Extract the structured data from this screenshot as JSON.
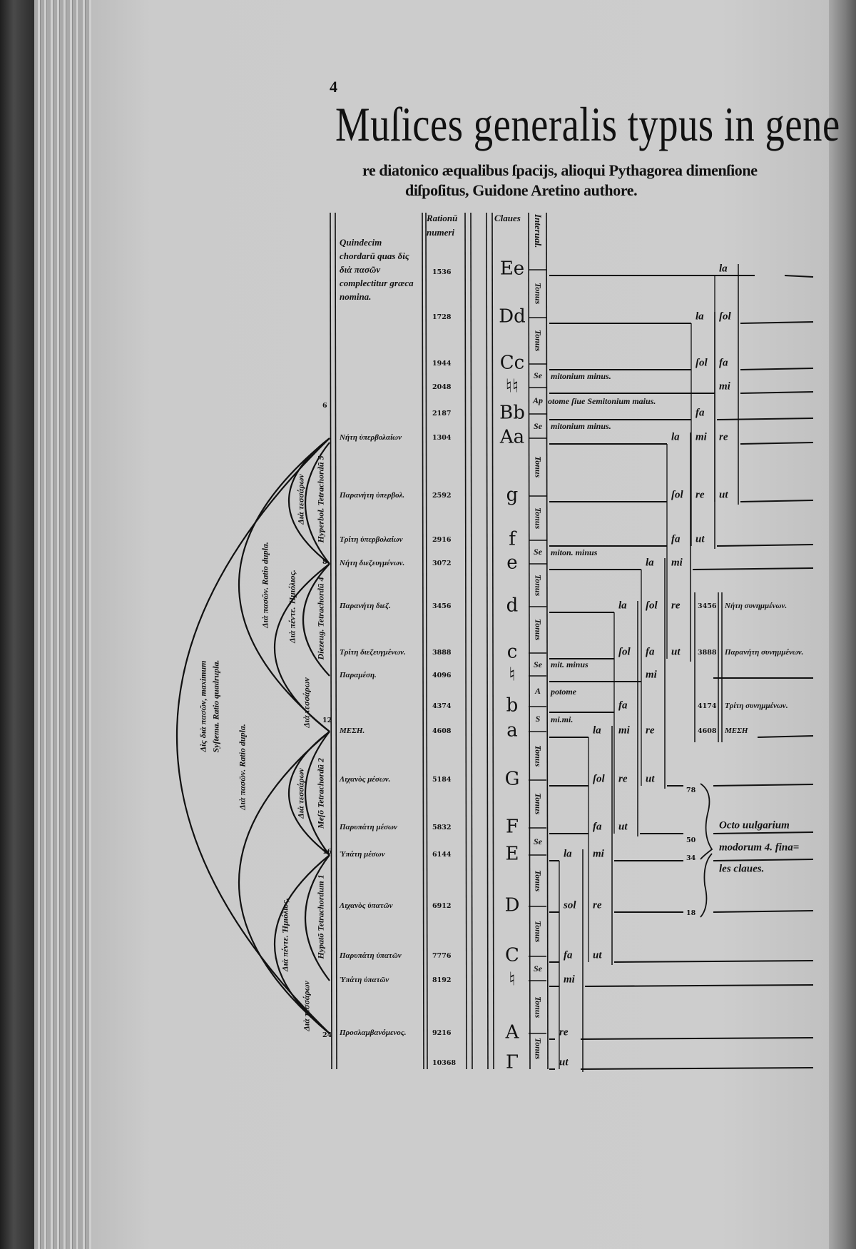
{
  "page": {
    "folio": "4",
    "title": "Muſices generalis typus in gene",
    "subtitle_1": "re diatonico æqualibus ſpacijs, alioqui Pythagorea dimenſione",
    "subtitle_2": "diſpoſitus, Guidone Aretino authore."
  },
  "headers": {
    "names": "Quindecim chordarū quas δὶς διὰ πασῶν complectitur græca nomina.",
    "numbers_1": "Rationū",
    "numbers_2": "numeri",
    "claves": "Claues",
    "intervals": "Interual."
  },
  "chords": [
    {
      "name": "",
      "number": "1536"
    },
    {
      "name": "",
      "number": "1728"
    },
    {
      "name": "",
      "number": "1944"
    },
    {
      "name": "",
      "number": "2048"
    },
    {
      "name": "",
      "number": "2187"
    },
    {
      "name": "Νήτη ὑπερβολαίων",
      "number": "1304"
    },
    {
      "name": "Παρανήτη ὑπερβολ.",
      "number": "2592"
    },
    {
      "name": "Τρίτη ὑπερβολαίων",
      "number": "2916"
    },
    {
      "name": "Νήτη διεζευγμένων.",
      "number": "3072"
    },
    {
      "name": "Παρανήτη διεζ.",
      "number": "3456"
    },
    {
      "name": "Τρίτη διεζευγμένων.",
      "number": "3888"
    },
    {
      "name": "Παραμέση.",
      "number": "4096"
    },
    {
      "name": "",
      "number": "4374"
    },
    {
      "name": "ΜΕΣΗ.",
      "number": "4608"
    },
    {
      "name": "Λιχανὸς μέσων.",
      "number": "5184"
    },
    {
      "name": "Παρυπάτη μέσων",
      "number": "5832"
    },
    {
      "name": "Ὑπάτη μέσων",
      "number": "6144"
    },
    {
      "name": "Λιχανὸς ὑπατῶν",
      "number": "6912"
    },
    {
      "name": "Παρυπάτη ὑπατῶν",
      "number": "7776"
    },
    {
      "name": "Ὑπάτη ὑπατῶν",
      "number": "8192"
    },
    {
      "name": "Προσλαμβανόμενος.",
      "number": "9216"
    },
    {
      "name": "",
      "number": "10368"
    }
  ],
  "claves": [
    "Ee",
    "Dd",
    "Cc",
    "♮♮",
    "Bb",
    "Aa",
    "g",
    "f",
    "e",
    "d",
    "c",
    "♮",
    "b",
    "a",
    "G",
    "F",
    "E",
    "D",
    "C",
    "♮",
    "A",
    "Γ"
  ],
  "intervals": [
    {
      "label": "Tonus",
      "note": ""
    },
    {
      "label": "Tonus",
      "note": ""
    },
    {
      "label": "Se",
      "note": "mitonium minus."
    },
    {
      "label": "Ap",
      "note": "otome ſiue Semitonium maius."
    },
    {
      "label": "Se",
      "note": "mitonium minus."
    },
    {
      "label": "Tonus",
      "note": ""
    },
    {
      "label": "Tonus",
      "note": ""
    },
    {
      "label": "Se",
      "note": "miton. minus"
    },
    {
      "label": "Tonus",
      "note": ""
    },
    {
      "label": "Tonus",
      "note": ""
    },
    {
      "label": "Se",
      "note": "mit. minus"
    },
    {
      "label": "A",
      "note": "potome"
    },
    {
      "label": "S",
      "note": "mi.mi."
    },
    {
      "label": "Tonus",
      "note": ""
    },
    {
      "label": "Tonus",
      "note": ""
    },
    {
      "label": "Se",
      "note": ""
    },
    {
      "label": "Tonus",
      "note": ""
    },
    {
      "label": "Tonus",
      "note": ""
    },
    {
      "label": "Se",
      "note": ""
    },
    {
      "label": "Tonus",
      "note": ""
    },
    {
      "label": "Tonus",
      "note": ""
    }
  ],
  "hexachords": [
    {
      "syllables": [
        {
          "text": "ut",
          "clavis": 21
        },
        {
          "text": "re",
          "clavis": 20
        },
        {
          "text": "mi",
          "clavis": 19
        },
        {
          "text": "fa",
          "clavis": 18
        },
        {
          "text": "sol",
          "clavis": 17
        },
        {
          "text": "la",
          "clavis": 16
        }
      ]
    },
    {
      "syllables": [
        {
          "text": "ut",
          "clavis": 18
        },
        {
          "text": "re",
          "clavis": 17
        },
        {
          "text": "mi",
          "clavis": 16
        },
        {
          "text": "fa",
          "clavis": 15
        },
        {
          "text": "ſol",
          "clavis": 14
        },
        {
          "text": "la",
          "clavis": 13
        }
      ]
    },
    {
      "syllables": [
        {
          "text": "ut",
          "clavis": 15
        },
        {
          "text": "re",
          "clavis": 14
        },
        {
          "text": "mi",
          "clavis": 13
        },
        {
          "text": "fa",
          "clavis": 12
        },
        {
          "text": "ſol",
          "clavis": 10
        },
        {
          "text": "la",
          "clavis": 9
        }
      ]
    },
    {
      "syllables": [
        {
          "text": "ut",
          "clavis": 14
        },
        {
          "text": "re",
          "clavis": 13
        },
        {
          "text": "mi",
          "clavis": 11
        },
        {
          "text": "fa",
          "clavis": 10
        },
        {
          "text": "ſol",
          "clavis": 9
        },
        {
          "text": "la",
          "clavis": 8
        }
      ]
    },
    {
      "syllables": [
        {
          "text": "ut",
          "clavis": 10
        },
        {
          "text": "re",
          "clavis": 9
        },
        {
          "text": "mi",
          "clavis": 8
        },
        {
          "text": "fa",
          "clavis": 7
        },
        {
          "text": "ſol",
          "clavis": 6
        },
        {
          "text": "la",
          "clavis": 5
        }
      ]
    },
    {
      "syllables": [
        {
          "text": "ut",
          "clavis": 7
        },
        {
          "text": "re",
          "clavis": 6
        },
        {
          "text": "mi",
          "clavis": 5
        },
        {
          "text": "fa",
          "clavis": 4
        },
        {
          "text": "ſol",
          "clavis": 2
        },
        {
          "text": "la",
          "clavis": 1
        }
      ]
    },
    {
      "syllables": [
        {
          "text": "ut",
          "clavis": 6
        },
        {
          "text": "re",
          "clavis": 5
        },
        {
          "text": "mi",
          "clavis": 3
        },
        {
          "text": "fa",
          "clavis": 2
        },
        {
          "text": "ſol",
          "clavis": 1
        },
        {
          "text": "la",
          "clavis": 0
        }
      ]
    }
  ],
  "synemmenon": [
    {
      "number": "3456",
      "name": "Νήτη συνημμένων."
    },
    {
      "number": "3888",
      "name": "Παρανήτη συνημμένων."
    },
    {
      "number": "4174",
      "name": "Τρίτη συνημμένων."
    },
    {
      "number": "4608",
      "name": "ΜΕΣΗ"
    }
  ],
  "modes": {
    "numbers": [
      "78",
      "50",
      "34",
      "18"
    ],
    "label_1": "Octo uulgarium",
    "label_2": "modorum 4. fina=",
    "label_3": "les claues."
  },
  "arc_labels": {
    "disdiapason_1": "Δὶς διὰ πασῶν, maximum",
    "disdiapason_2": "Syſtema. Ratio quadrupla.",
    "diapason_upper": "Διὰ πασῶν. Ratio dupla.",
    "diapason_lower": "Διὰ πασῶν. Ratio dupla.",
    "diapente_upper": "Διὰ πέντε. Ἡμιόλιος.",
    "diatessaron_upper": "Διὰ τεσσάρων",
    "diatessaron_mid": "Διὰ τεσσάρων",
    "diapente_lower": "Διὰ πέντε. Ἡμιόλιος.",
    "diatessaron_lower": "Διὰ τεσσάρων",
    "diatessaron_bottom": "Διὰ τεσσάρων",
    "hyperbol": "Hyperbol. Tetrachordū 5",
    "diezeug": "Diezeug. Tetrachordū 4",
    "meso": "Meſō Tetrachordū 2",
    "hypato": "Hypatō Tetrachordum 1",
    "marks": [
      "6",
      "8",
      "12",
      "16",
      "24"
    ]
  }
}
